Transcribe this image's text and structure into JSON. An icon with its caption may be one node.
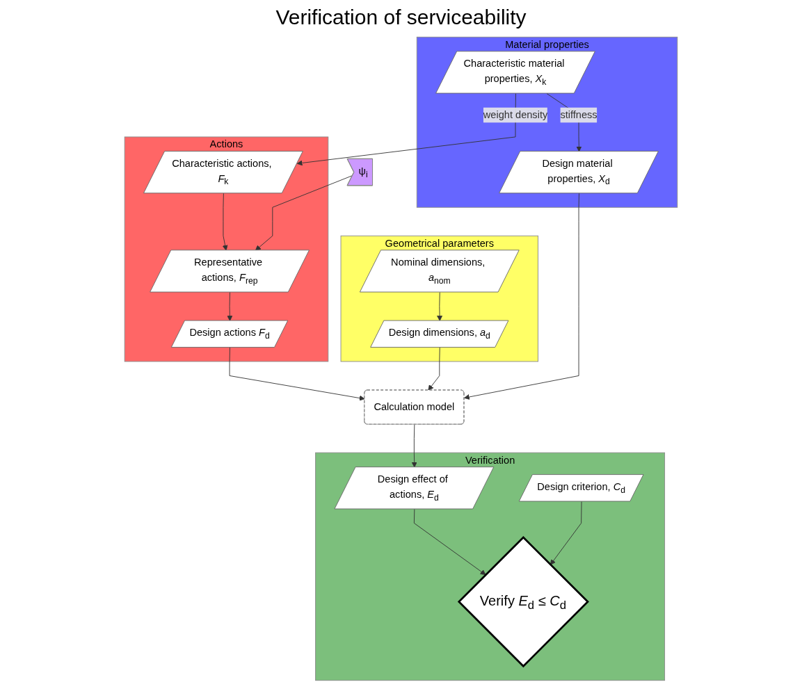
{
  "diagram": {
    "title": "Verification of serviceability",
    "nodes": [
      {
        "text": [
          "Actions"
        ]
      },
      {
        "text": [
          "Characteristic actions, *F*$_{k}$"
        ],
        "in": 0
      },
      {
        "text": [
          "ψ$_{i}$"
        ]
      },
      {
        "text": [
          "Representative actions, *F*$_{rep}$"
        ],
        "in": 0
      },
      {
        "text": [
          "Design actions *F*$_{d}$"
        ],
        "in": 0
      },
      {
        "text": [
          "Geometrical parameters"
        ]
      },
      {
        "text": [
          "Nominal dimensions, *a*$_{nom}$"
        ],
        "in": 5
      },
      {
        "text": [
          "Design dimensions, *a*$_{d}$"
        ],
        "in": 5
      },
      {
        "text": [
          "Material properties"
        ]
      },
      {
        "text": [
          "Characteristic material properties, *X*$_{k}$"
        ],
        "in": 8
      },
      {
        "text": [
          "Design material properties, *X*$_{d}$"
        ],
        "in": 8
      },
      {
        "text": [
          "Calculation model"
        ]
      },
      {
        "text": [
          "Verification"
        ]
      },
      {
        "text": [
          "Design effect of actions, *E*$_{d}$"
        ],
        "in": 12
      },
      {
        "text": [
          "Verify *E*$_{d}$ ≤ *C*$_{d}$"
        ],
        "in": 12
      },
      {
        "text": [
          "Design criterion, *C*$_{d}$"
        ],
        "in": 12
      }
    ],
    "edges": [
      {
        "from": 9,
        "to": 1,
        "arrow": "to",
        "label": "weight density"
      },
      {
        "from": 1,
        "to": 3,
        "arrow": "to"
      },
      {
        "from": 2,
        "to": 3,
        "arrow": "to"
      },
      {
        "from": 3,
        "to": 4,
        "arrow": "to"
      },
      {
        "from": 6,
        "to": 7,
        "arrow": "to"
      },
      {
        "from": 9,
        "to": 10,
        "arrow": "to",
        "label": "stiffness"
      },
      {
        "from": 4,
        "to": 11,
        "arrow": "to"
      },
      {
        "from": 7,
        "to": 11,
        "arrow": "to"
      },
      {
        "from": 10,
        "to": 11,
        "arrow": "to"
      },
      {
        "from": 11,
        "to": 13,
        "arrow": "to"
      },
      {
        "from": 13,
        "to": 14,
        "arrow": "to"
      },
      {
        "from": 15,
        "to": 14,
        "arrow": "to"
      }
    ]
  }
}
